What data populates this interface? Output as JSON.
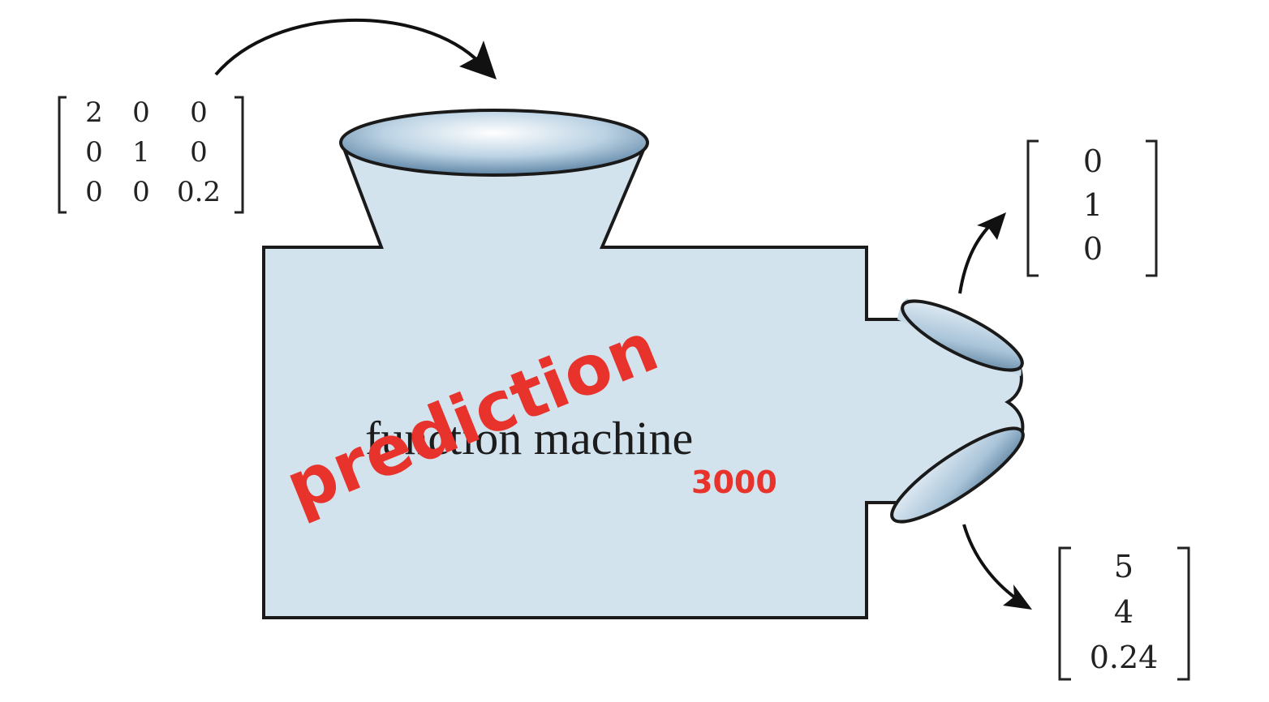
{
  "input_matrix": {
    "rows": [
      [
        "2",
        "0",
        "0"
      ],
      [
        "0",
        "1",
        "0"
      ],
      [
        "0",
        "0",
        "0.2"
      ]
    ]
  },
  "output_vector_top": {
    "values": [
      "0",
      "1",
      "0"
    ]
  },
  "output_vector_bottom": {
    "values": [
      "5",
      "4",
      "0.24"
    ]
  },
  "machine": {
    "label": "function machine"
  },
  "overlay": {
    "stamp": "prediction",
    "version": "3000"
  },
  "colors": {
    "machine_fill": "#d3e3ee",
    "machine_stroke": "#1a1a1a",
    "stamp": "#e8332c"
  }
}
